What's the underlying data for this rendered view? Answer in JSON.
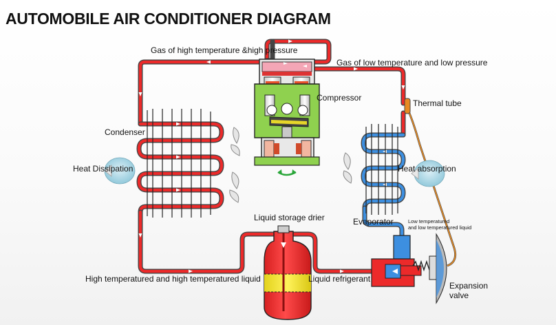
{
  "title": "AUTOMOBILE AIR CONDITIONER DIAGRAM",
  "labels": {
    "gas_high": "Gas of high temperature &high pressure",
    "gas_low": "Gas of low temperature and low pressure",
    "compressor": "Compressor",
    "thermal_tube": "Thermal tube",
    "condenser": "Condenser",
    "heat_dissipation": "Heat Dissipation",
    "heat_absorption": "Heat absorption",
    "liquid_storage_drier": "Liquid storage drier",
    "evaporator": "Evaporator",
    "low_temp_line1": "Low temperatured",
    "low_temp_line2": "and low temperatured liquid",
    "high_temp_liquid": "High temperatured and high temperatured liquid",
    "liquid_refrigerant": "Liquid refrigerant",
    "expansion_line1": "Expansion",
    "expansion_line2": "valve"
  },
  "colors": {
    "hot": "#ec2a2a",
    "cold": "#3d8fe0",
    "compressor_body": "#8fd14f",
    "drier_yellow": "#f7ea2a",
    "thermal_tube": "#e88a20",
    "heat_bubble": "#a8d8e6"
  },
  "icons": {
    "fan": "fan-icon",
    "heat_out": "heat-dissipation-icon",
    "heat_in": "heat-absorption-icon"
  }
}
